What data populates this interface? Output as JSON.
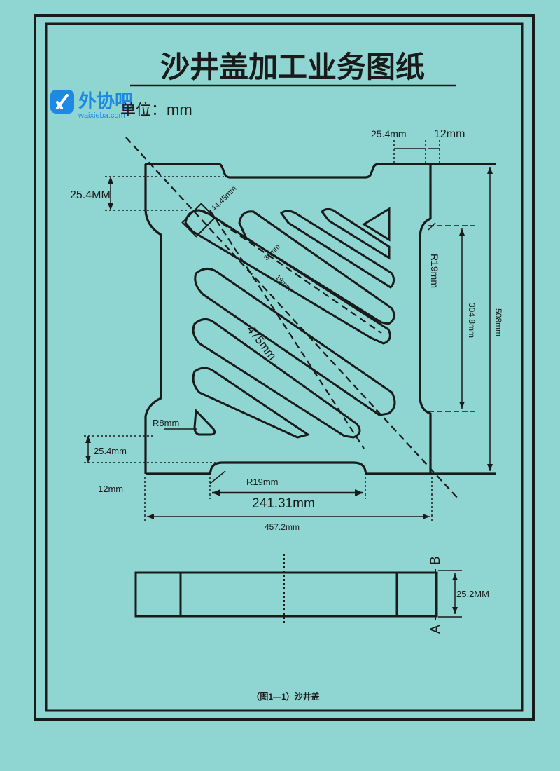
{
  "title": "沙井盖加工业务图纸",
  "unit_label": "单位：mm",
  "watermark": {
    "name": "外协吧",
    "url": "waixieba.com"
  },
  "dimensions": {
    "top_slot": "25.4mm",
    "top_edge": "12mm",
    "left_notch": "25.4MM",
    "slot_width": "44.45mm",
    "rib_a": "38mm",
    "rib_b": "19mm",
    "diagonal": "475mm",
    "right_radius": "R19mm",
    "right_inner": "304.8mm",
    "right_total": "508mm",
    "corner_radius": "R8mm",
    "bottom_notch": "25.4mm",
    "bottom_edge": "12mm",
    "bottom_radius": "R19mm",
    "bottom_slot": "241.31mm",
    "overall_width": "457.2mm",
    "thickness": "25.2MM"
  },
  "section_labels": {
    "a": "A",
    "b": "B"
  },
  "caption": "（图1—1）沙井盖",
  "colors": {
    "paper": "#8fd6d2",
    "ink": "#1a1a1a",
    "brand": "#1e88e5"
  }
}
